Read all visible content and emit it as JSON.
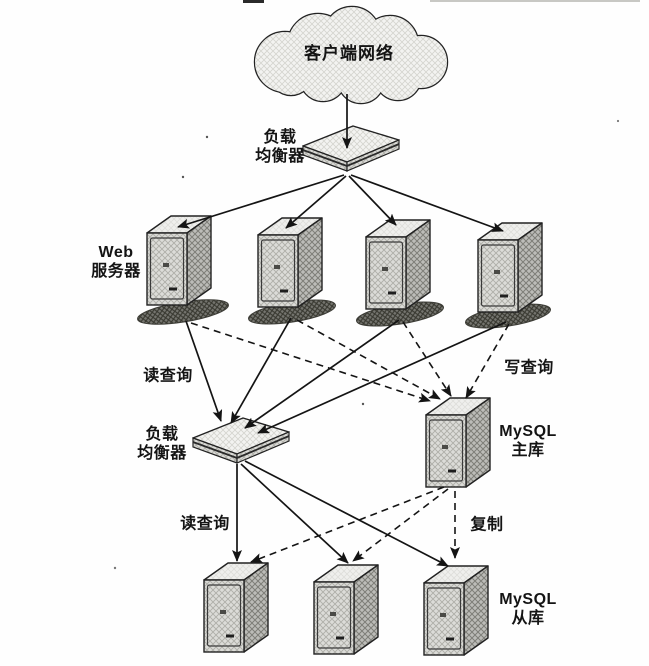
{
  "figure": {
    "type": "network-architecture-diagram",
    "style": "scanned grayscale book illustration",
    "nodes": {
      "client_network": {
        "label": "客户端网络",
        "shape": "cloud"
      },
      "load_balancer_top": {
        "label": "负载\n均衡器",
        "shape": "flat-network-device"
      },
      "web_servers": {
        "label": "Web\n服务器",
        "shape": "tower-server",
        "count": 4
      },
      "load_balancer_mid": {
        "label": "负载\n均衡器",
        "shape": "flat-network-device"
      },
      "mysql_master": {
        "label": "MySQL\n主库",
        "shape": "tower-server",
        "count": 1
      },
      "mysql_slaves": {
        "label": "MySQL\n从库",
        "shape": "tower-server",
        "count": 3
      }
    },
    "edge_labels": {
      "read_query_top": "读查询",
      "write_query": "写查询",
      "read_query_bottom": "读查询",
      "replication": "复制"
    },
    "edges": [
      {
        "from": "client_network",
        "to": "load_balancer_top",
        "style": "solid"
      },
      {
        "from": "load_balancer_top",
        "to": "web_server_1",
        "style": "solid"
      },
      {
        "from": "load_balancer_top",
        "to": "web_server_2",
        "style": "solid"
      },
      {
        "from": "load_balancer_top",
        "to": "web_server_3",
        "style": "solid"
      },
      {
        "from": "load_balancer_top",
        "to": "web_server_4",
        "style": "solid"
      },
      {
        "from": "web_server_1",
        "to": "load_balancer_mid",
        "style": "solid",
        "label": "读查询"
      },
      {
        "from": "web_server_2",
        "to": "load_balancer_mid",
        "style": "solid",
        "label": "读查询"
      },
      {
        "from": "web_server_3",
        "to": "load_balancer_mid",
        "style": "solid",
        "label": "读查询"
      },
      {
        "from": "web_server_4",
        "to": "load_balancer_mid",
        "style": "solid",
        "label": "读查询"
      },
      {
        "from": "web_server_1",
        "to": "mysql_master",
        "style": "dashed",
        "label": "写查询"
      },
      {
        "from": "web_server_2",
        "to": "mysql_master",
        "style": "dashed",
        "label": "写查询"
      },
      {
        "from": "web_server_3",
        "to": "mysql_master",
        "style": "dashed",
        "label": "写查询"
      },
      {
        "from": "web_server_4",
        "to": "mysql_master",
        "style": "dashed",
        "label": "写查询"
      },
      {
        "from": "load_balancer_mid",
        "to": "mysql_slave_1",
        "style": "solid",
        "label": "读查询"
      },
      {
        "from": "load_balancer_mid",
        "to": "mysql_slave_2",
        "style": "solid",
        "label": "读查询"
      },
      {
        "from": "load_balancer_mid",
        "to": "mysql_slave_3",
        "style": "solid",
        "label": "读查询"
      },
      {
        "from": "mysql_master",
        "to": "mysql_slave_1",
        "style": "dashed",
        "label": "复制"
      },
      {
        "from": "mysql_master",
        "to": "mysql_slave_2",
        "style": "dashed",
        "label": "复制"
      },
      {
        "from": "mysql_master",
        "to": "mysql_slave_3",
        "style": "dashed",
        "label": "复制"
      }
    ],
    "colors": {
      "background": "#fefefe",
      "ink": "#1c1c1c",
      "fill_light": "#f3f3f1",
      "fill_top": "#eeeeec",
      "fill_mid": "#dcdcd8",
      "fill_dark": "#bcbcb8",
      "shadow": "#75756f"
    }
  }
}
